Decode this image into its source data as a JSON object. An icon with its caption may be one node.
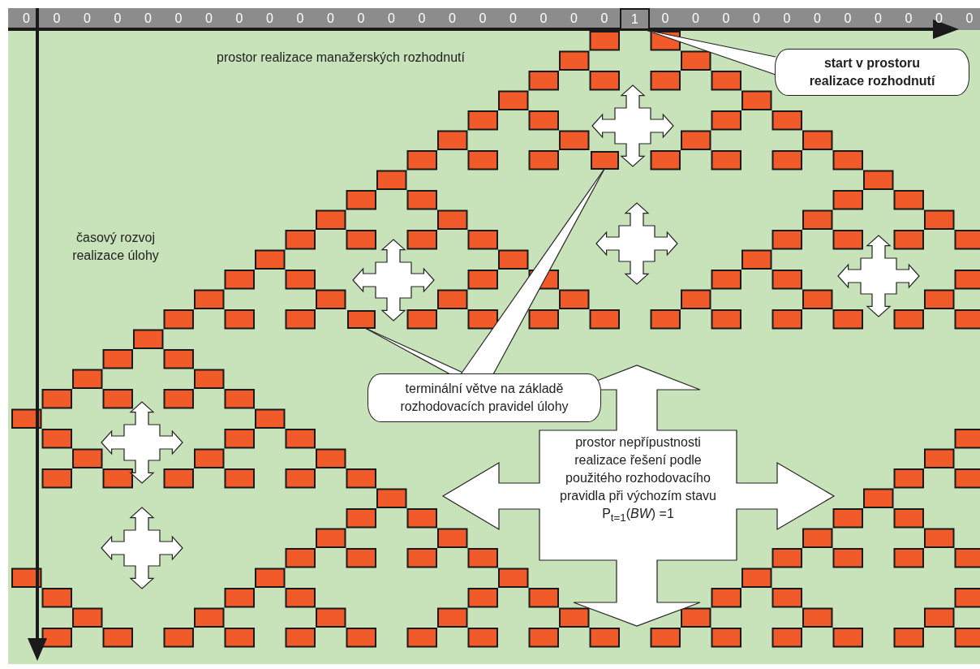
{
  "diagram": {
    "nodes": [
      {
        "text": [
          "start v prostoru realizace rozhodnutí"
        ]
      },
      {
        "text": [
          "1"
        ]
      },
      {
        "text": [
          "terminální větve na základě rozhodovacích pravidel úlohy"
        ]
      },
      {
        "text": [],
        "shape": "box"
      },
      {
        "text": [],
        "shape": "box"
      },
      {
        "text": [
          "prostor nepřípustnosti realizace řešení podle použitého rozhodovacího pravidla při výchozím stavu P$_{t=1}$(*BW*) =1"
        ]
      }
    ],
    "edges": [
      {
        "from": 0,
        "to": 1,
        "arrow": "none"
      },
      {
        "from": 2,
        "to": 3,
        "arrow": "none"
      },
      {
        "from": 2,
        "to": 4,
        "arrow": "none"
      }
    ],
    "labels": [
      "0",
      "0",
      "0",
      "0",
      "0",
      "0",
      "0",
      "0",
      "0",
      "0",
      "0",
      "0",
      "0",
      "0",
      "0",
      "0",
      "0",
      "0",
      "0",
      "0",
      "0",
      "0",
      "0",
      "0",
      "0",
      "0",
      "0",
      "0",
      "0",
      "0",
      "0",
      "prostor realizace manažerských rozhodnutí",
      "časový rozvoj realizace úlohy"
    ]
  }
}
